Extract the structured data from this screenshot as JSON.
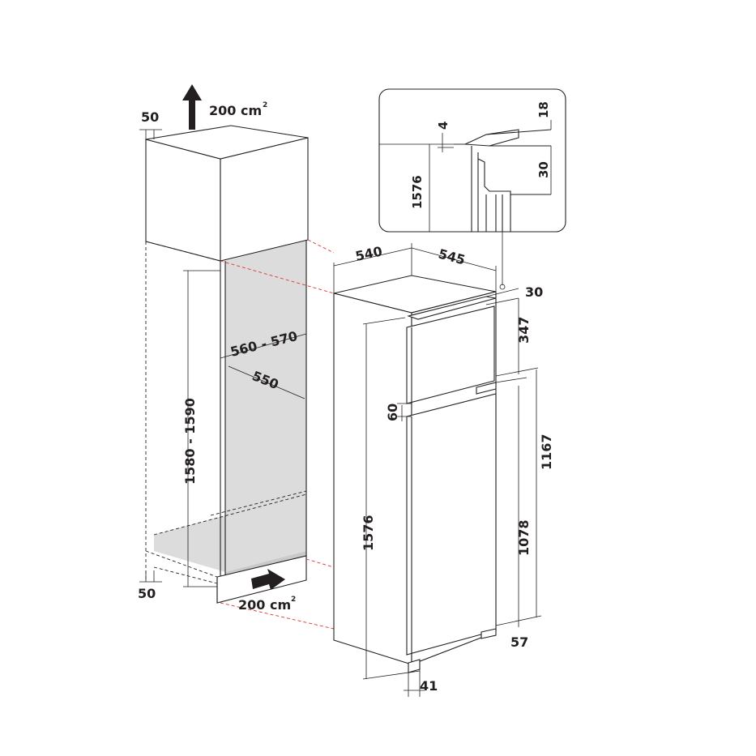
{
  "ventilation": {
    "top_area": "200 cm",
    "top_sup": "2",
    "bottom_area": "200 cm",
    "bottom_sup": "2"
  },
  "niche": {
    "top_gap": "50",
    "bottom_gap": "50",
    "height": "1580 - 1590",
    "width": "560 - 570",
    "depth": "550"
  },
  "appliance": {
    "width": "540",
    "depth": "545",
    "top_clearance": "30",
    "freezer_door": "347",
    "door_gap": "60",
    "total_height": "1576",
    "upper_hinge_height": "1167",
    "lower_hinge_height": "1078",
    "bottom_hinge": "57",
    "foot": "41"
  },
  "detail": {
    "offset_a": "4",
    "offset_b": "18",
    "offset_c": "30",
    "height": "1576"
  }
}
